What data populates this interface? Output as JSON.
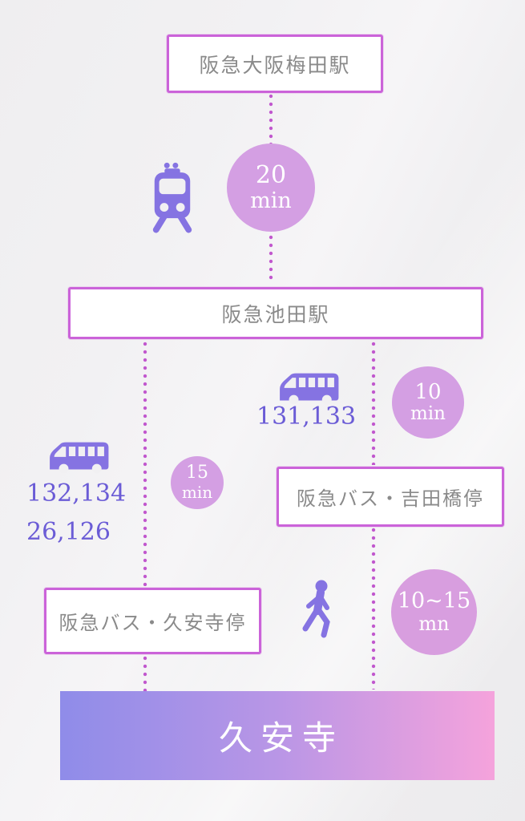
{
  "diagram": {
    "description": "Transit access route diagram from Hankyu Osaka-Umeda Station to Kyuanji"
  },
  "nodes": {
    "start_station": "阪急大阪梅田駅",
    "transfer_station": "阪急池田駅",
    "bus_stop_left": "阪急バス・久安寺停",
    "bus_stop_right": "阪急バス・吉田橋停",
    "destination": "久安寺"
  },
  "segments": {
    "train": {
      "icon": "train-icon",
      "duration_value": "20",
      "duration_unit": "min"
    },
    "bus_right": {
      "icon": "bus-icon",
      "routes": "131,133",
      "duration_value": "10",
      "duration_unit": "min"
    },
    "bus_left": {
      "icon": "bus-icon",
      "routes_line1": "132,134",
      "routes_line2": "26,126",
      "duration_value": "15",
      "duration_unit": "min"
    },
    "walk": {
      "icon": "walk-icon",
      "duration_value": "10~15",
      "duration_unit": "mn"
    }
  },
  "colors": {
    "background": "#f0eff1",
    "box_border": "#cb63d9",
    "box_text": "#8a8a8a",
    "dotted_line": "#c158ce",
    "icon_purple": "#8573e2",
    "route_number_text": "#6b5cd6",
    "duration_badge_fill": "#d49fe3",
    "duration_badge_text": "#ffffff",
    "destination_bar_left": "#8f8ce9",
    "destination_bar_right": "#f5a3dc",
    "destination_text": "#ffffff"
  }
}
